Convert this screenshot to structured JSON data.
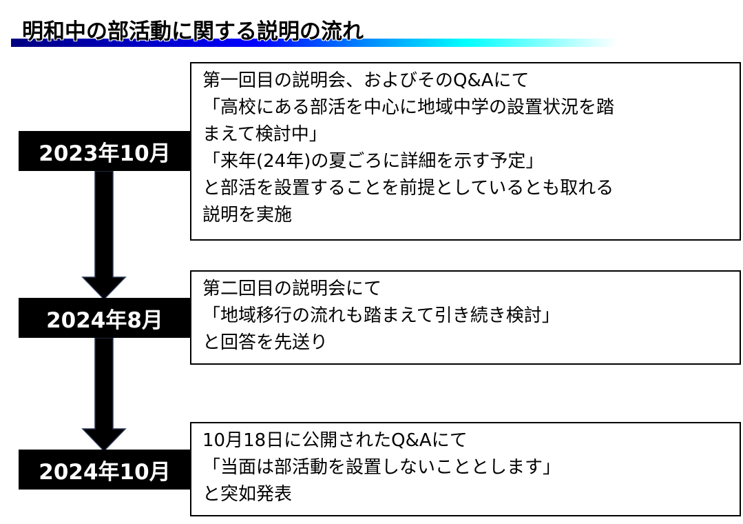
{
  "title": "明和中の部活動に関する説明の流れ",
  "timeline": [
    {
      "date": "2023年10月",
      "lines": [
        "第一回目の説明会、およびそのQ&Aにて",
        "「高校にある部活を中心に地域中学の設置状況を踏",
        "まえて検討中」",
        "「来年(24年)の夏ごろに詳細を示す予定」",
        "と部活を設置することを前提としているとも取れる",
        "説明を実施"
      ]
    },
    {
      "date": "2024年8月",
      "lines": [
        "第二回目の説明会にて",
        "「地域移行の流れも踏まえて引き続き検討」",
        "と回答を先送り"
      ]
    },
    {
      "date": "2024年10月",
      "lines": [
        "10月18日に公開されたQ&Aにて",
        "「当面は部活動を設置しないこととします」",
        "と突如発表"
      ]
    }
  ]
}
